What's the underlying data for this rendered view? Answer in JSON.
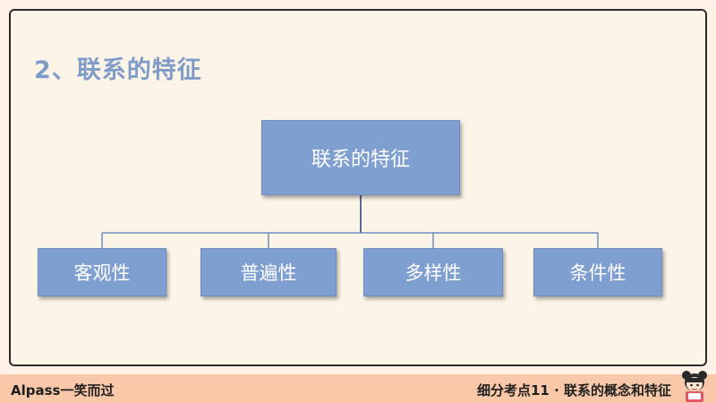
{
  "slide": {
    "title": "2、联系的特征"
  },
  "diagram": {
    "root": "联系的特征",
    "children": [
      "客观性",
      "普遍性",
      "多样性",
      "条件性"
    ]
  },
  "footer": {
    "left_text": "Alpass一笑而过",
    "right_text": "细分考点11 · 联系的概念和特征"
  },
  "colors": {
    "box": "#7f9fd0",
    "title": "#7f9cc9",
    "background": "#fdf4e8",
    "footer": "#f8c8a8"
  }
}
